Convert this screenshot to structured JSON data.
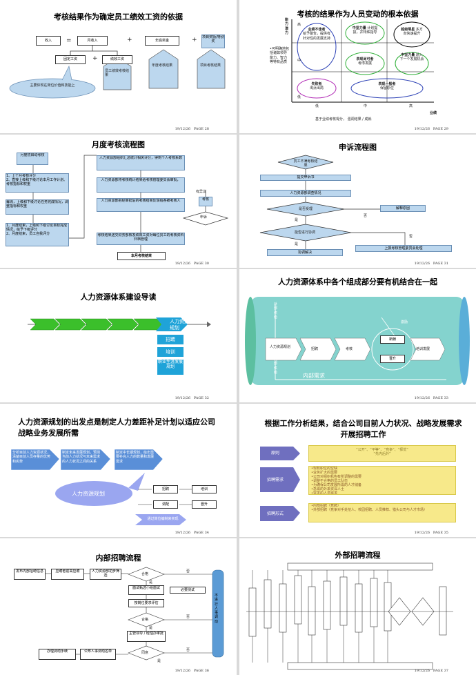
{
  "footer_label": "PAGE",
  "slides": {
    "s1": {
      "title": "考核结果作为确定员工绩效工资的依据",
      "date": "19/12/26",
      "page": "28",
      "b1": "收入",
      "b2": "月收入",
      "b3": "年底奖金",
      "b4": "项目奖励/特别奖",
      "b5": "固定工资",
      "b6": "绩效工资",
      "b7": "员工绩效考核结果",
      "b8": "年度考核结果",
      "b9": "项目考核结果",
      "bubble": "主要体现在岗位价值和技能上",
      "eq": "=",
      "plus": "+"
    },
    "s2": {
      "title": "考核的结果作为人员变动的根本依据",
      "date": "19/12/26",
      "page": "29",
      "ylabel": "能力潜力",
      "side": "•可明确地包括诸如领导能力、智力等特有品质",
      "hi": "高",
      "mid": "中",
      "lo": "低",
      "xlo": "低",
      "xmid": "中",
      "xhi": "高",
      "xlabel": "业绩",
      "c1h": "业绩不佳者",
      "c1": "给予警告，提供有针对性的发展支持",
      "c2h": "中坚力量",
      "c2": "计划提拔，并特殊指导",
      "c3h": "超级明星",
      "c3": "多方向快速提升",
      "c4h": "表现尚可者",
      "c4": "考虑发展",
      "c5h": "中坚力量",
      "c5": "适入下一个发展机会",
      "c6h": "失败者",
      "c6": "淘汰出局",
      "c7h": "表现一般者",
      "c7": "保留原位",
      "note": "基于业绩考核得分，  强调结果 / 成就"
    },
    "s3": {
      "title": "月度考核流程图",
      "date": "19/12/26",
      "page": "30",
      "start": "月度初启动考核",
      "l1": "1、上个月考核评分\n2、直接上级和下级讨论本月工作计划、考核指标和权重",
      "l2": "每周，上级和下级讨论任务完成情况，调整指标和权重",
      "l3": "1、月度结束，上级和下级讨论目标完成情况，给予下级评分\n2、月度结束，员工自我评分",
      "r1": "人力资源部组织汇总统计相关评分，得到个人考核系数",
      "r2": "人力资源部将考核统计结果给考核管理委员会审批，",
      "r3": "人力资源部把经审批后的考核结果反馈给各被考核人",
      "r4": "考核结果送交财务部核发绩效工资对每位员工的考核资料归档管理",
      "dq": "有异议",
      "d1": "考核",
      "d2": "申诉",
      "end": "本月考核结束"
    },
    "s4": {
      "title": "申诉流程图",
      "date": "19/12/26",
      "page": "31",
      "n1": "员工不满考核结果",
      "n2": "提交申诉书",
      "n3": "人力资源部调查情况",
      "d1": "是否受理",
      "n4": "解释原因",
      "d2": "能否进行协调",
      "n5": "上报考核管理委员会处理",
      "n6": "协调解决",
      "yes": "是",
      "no": "否"
    },
    "s5": {
      "title": "人力资源体系建设导读",
      "date": "19/12/26",
      "page": "32",
      "i1": "人力资源规划",
      "i2": "招聘",
      "i3": "培训",
      "i4": "职业生涯发展规划"
    },
    "s6": {
      "title": "人力资源体系中各个组成部分要有机结合在一起",
      "date": "19/12/26",
      "page": "33",
      "outside": "外部供给",
      "inside": "内部供给",
      "demand": "内部需求",
      "p1": "人力资源规划",
      "p2": "招聘",
      "p3": "考核",
      "p4": "新酬",
      "p5": "晋升",
      "p6": "培训发展",
      "incentive": "激励"
    },
    "s7": {
      "title": "人力资源规划的出发点是制定人力差距补足计划以适应公司战略业务发展所需",
      "date": "19/12/26",
      "page": "34",
      "a1": "分析目前人力资源状况，清楚目前人员存量的优势和劣势",
      "a2": "制定未来发展规划，预测当前人力状况与未来需求的人力状况之间的关系",
      "a3": "制定中长期规划，给出需要补充人力的数量和发展需求",
      "oval": "人力资源规划",
      "m1": "招聘",
      "m2": "培训",
      "m3": "调配",
      "m4": "晋升",
      "bot": "通过岗位编制来实现"
    },
    "s8": {
      "title": "根据工作分析结果，结合公司目前人力状况、战略发展需求开展招聘工作",
      "date": "19/12/26",
      "page": "35",
      "r1": "原则",
      "r1t": "“公开”、“平等”、“竞争”、“择优”\n“先内后外”",
      "r2": "招聘需求",
      "r2t": "•现有职位的空缺\n•业务扩大的需要\n•公司对组织机构有所调整的需要\n•调整不合格的员工队伍\n•为确保公司发展所需的人才储备\n•急需的外来资深人士\n•突发的人员需求",
      "r3": "招聘形式",
      "r3t": "•内部招聘（竞聘）\n•外部招聘（竞争对手处挖人、校园招聘、人员推荐、猎头公司与人才市场）"
    },
    "s9": {
      "title": "内部招聘流程",
      "date": "19/12/26",
      "page": "36",
      "n1": "发布内部招聘信息",
      "n2": "应聘者前来应聘",
      "n3": "人力资源部初步筛选",
      "d1": "合格",
      "n4": "面试甄选小组面试",
      "n5": "必要测试",
      "n6": "按岗位要求评估",
      "d2": "合格",
      "n7": "主管领导 / 经理办审批",
      "d3": "同意",
      "n8": "公布人事调动名单",
      "n9": "办理调动手续",
      "side": "不进行人事调动",
      "yes": "是",
      "no": "否"
    },
    "s10": {
      "title": "外部招聘流程",
      "date": "19/12/26",
      "page": "37"
    }
  }
}
